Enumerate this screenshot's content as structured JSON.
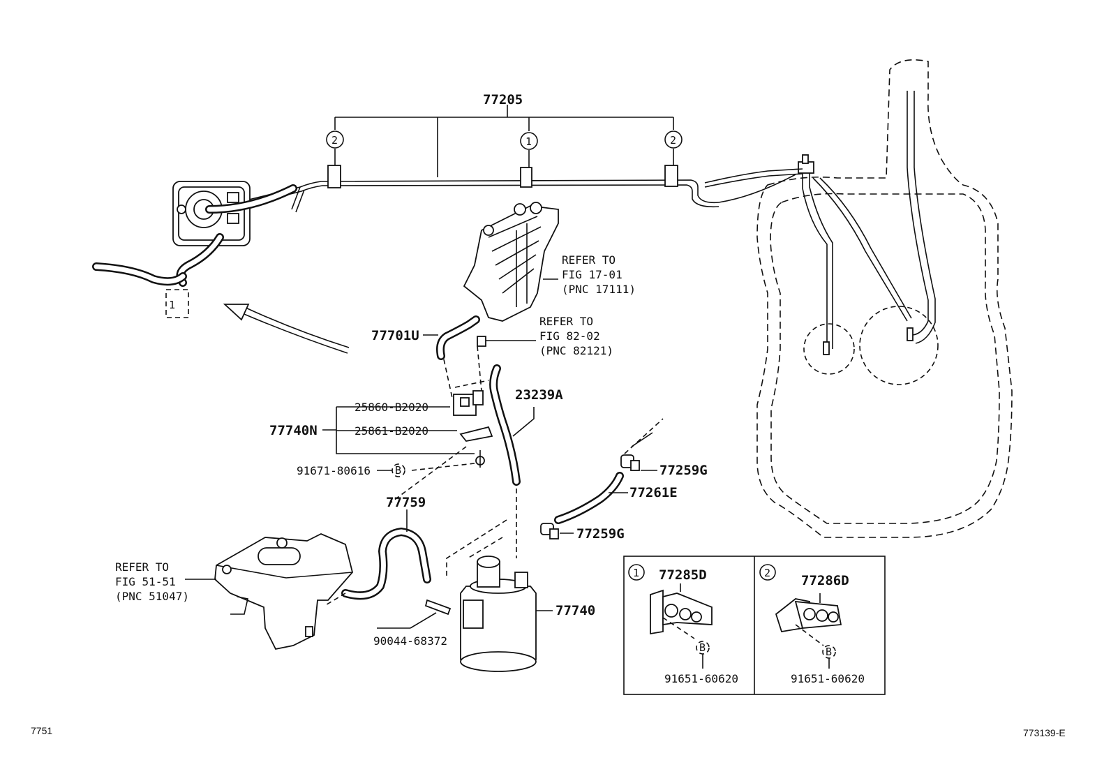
{
  "labels": {
    "main_tube": "77205",
    "callout_1_mark": "1",
    "callout_2_mark": "2",
    "canister_link_mark": "1",
    "refer_intake_line1": "REFER TO",
    "refer_intake_line2": "FIG 17-01",
    "refer_intake_line3": "(PNC 17111)",
    "refer_sensor_line1": "REFER TO",
    "refer_sensor_line2": "FIG 82-02",
    "refer_sensor_line3": "(PNC 82121)",
    "hose_77701u": "77701U",
    "hose_23239a": "23239A",
    "vsv_assy": "77740N",
    "vsv_part_a": "25860-B2020",
    "vsv_part_b": "25861-B2020",
    "bolt": "91671-80616",
    "bolt_b_mark": "B",
    "hose_77759": "77759",
    "clamp_77259g_upper": "77259G",
    "hose_77261e": "77261E",
    "clamp_77259g_lower": "77259G",
    "refer_bracket_line1": "REFER TO",
    "refer_bracket_line2": "FIG 51-51",
    "refer_bracket_line3": "(PNC 51047)",
    "clip_90044": "90044-68372",
    "canister": "77740"
  },
  "detail_boxes": [
    {
      "mark": "1",
      "part": "77285D",
      "bolt_mark": "B",
      "bolt": "91651-60620"
    },
    {
      "mark": "2",
      "part": "77286D",
      "bolt_mark": "B",
      "bolt": "91651-60620"
    }
  ],
  "footer": {
    "left_code": "7751",
    "right_code": "773139-E"
  }
}
